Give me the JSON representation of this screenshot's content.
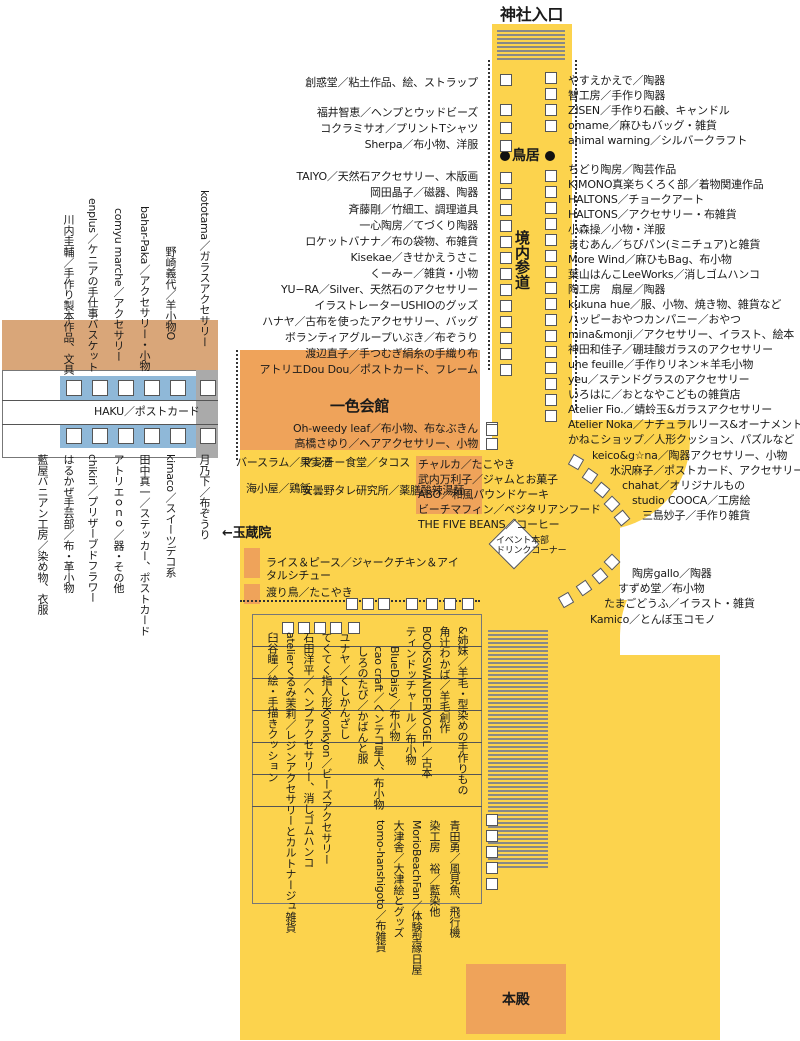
{
  "landmarks": {
    "shrine_entrance": "神社入口",
    "torii": "鳥居",
    "approach": "境内参道",
    "isshiki_hall": "一色会館",
    "gyokuzoin": "←玉蔵院",
    "honden": "本殿",
    "event_hq": "イベント本部\nドリンクコーナー",
    "haku": "HAKU／ポストカード"
  },
  "left_column": [
    "創惑堂／粘土作品、絵、ストラップ",
    "福井智恵／ヘンプとウッドビーズ",
    "コクラミサオ／プリントTシャツ",
    "Sherpa／布小物、洋服",
    "TAIYO／天然石アクセサリー、木版画",
    "岡田晶子／磁器、陶器",
    "斉藤剛／竹細工、調理道具",
    "一心陶房／てづくり陶器",
    "ロケットバナナ／布の袋物、布雑貨",
    "Kisekae／きせかえうさこ",
    "くーみー／雑貨・小物",
    "YU−RA／Silver、天然石のアクセサリー",
    "イラストレーターUSHIOのグッズ",
    "ハナヤ／古布を使ったアクセサリー、バッグ",
    "ボランティアグループいぶき／布ぞうり",
    "渡辺直子／手つむぎ絹糸の手織り布",
    "アトリエDou Dou／ポストカード、フレーム",
    "Oh-weedy leaf／布小物、布なぶきん",
    "高橋さゆり／ヘアアクセサリー、小物"
  ],
  "right_column": [
    "やすえかえで／陶器",
    "智工房／手作り陶器",
    "ZISEN／手作り石鹸、キャンドル",
    "omame／麻ひもバッグ・雑貨",
    "animal warning／シルバークラフト",
    "ちどり陶房／陶芸作品",
    "KIMONO真楽ちくろく部／着物関連作品",
    "HALTONS／チョークアート",
    "HALTONS／アクセサリー・布雑貨",
    "小森操／小物・洋服",
    "まむあん／ちびパン(ミニチュア)と雑貨",
    "More Wind／麻ひもBag、布小物",
    "葉山はんこLeeWorks／消しゴムハンコ",
    "陶工房　扇屋／陶器",
    "kukuna hue／服、小物、焼き物、雑貨など",
    "ハッピーおやつカンパニー／おやつ",
    "mina&monji／アクセサリー、イラスト、絵本",
    "神田和佳子／硼珪酸ガラスのアクセサリー",
    "une feuille／手作りリネン＊羊毛小物",
    "yeu／ステンドグラスのアクセサリー",
    "いろはに／おとなやこどもの雑貨店",
    "Atelier Fio.／蜻蛉玉&ガラスアクセサリー",
    "Atelier Noka／ナチュラルリース&オーナメント",
    "かねこショップ／人形クッション、パズルなど"
  ],
  "diagonal": [
    "keico&g☆na／陶器アクセサリー、小物",
    "水沢麻子／ポストカード、アクセサリー",
    "chahat／オリジナルもの",
    "studio COOCA／工房絵",
    "三島妙子／手作り雑貨"
  ],
  "lower_right": [
    "陶房gallo／陶器",
    "すずめ堂／布小物",
    "たまごどうふ／イラスト・雑貨",
    "Kamico／とんぼ玉コモノ"
  ],
  "food_left": [
    "バースラム／果実酒",
    "海小屋／鶏飯"
  ],
  "food_mid": [
    "マンチー食堂／タコス",
    "安曇野タレ研究所／薬膳酸辣湯麺"
  ],
  "food_right": [
    "チャルカ／たこやき",
    "武内万利子／ジャムとお菓子",
    "ABO／和風パウンドケーキ",
    "ビーチマフィン／ベジタリアンフード",
    "THE FIVE BEANS／コーヒー"
  ],
  "food_bottom": [
    "ライス＆ピース／ジャークチキン＆アイタルシチュー",
    "渡り鳥／たこやき"
  ],
  "left_vertical": [
    "kototama／ガラスアクセサリー",
    "野崎義代／羊小物O",
    "bahar-Paka／アクセサリー・小物",
    "comyu marche／アクセサリー",
    "enplus／ケニアの手仕事バスケット",
    "川内圭輔／手作り製本作品、文具"
  ],
  "left_vertical_bottom": [
    "月乃下／布ぞうり",
    "kimaco／スイーツデコ系",
    "田中真一／ステッカー、ポストカード",
    "アトリエｏｎｏ／器・その他",
    "chikiri／プリザーブドフラワー",
    "はるかぜ手芸部／布・革小物",
    "藍屋バニアン工房／染め物、衣服"
  ],
  "bottom_vertical": [
    "&姉妹／羊毛・型染めの手作りもの",
    "角辻わかば／羊毛創作",
    "BOOKSWANDERVOGEL／古本",
    "ティンドッチャール／布小物",
    "BlueDaisy／布小物",
    "cao craft／ヘンテコ星人、布小物",
    "しろのたび／かばんと服",
    "ユナヤ／くしかんざし",
    "てくてく指人形Kyonkyon／ビーズアクセサリー",
    "石田洋平／ヘンプアクセサリー、消しゴムハンコ",
    "atelierくるみ茉莉／レジンアクセサリーとカルトナージュ雑貨",
    "臼谷瞳／絵・手描きクッション"
  ],
  "bottom_vertical_2": [
    "青田勇／風見魚、飛行機",
    "染工房　裕／藍染他",
    "MorioBeachFan／体験型縁日屋",
    "大津舎／大津絵とグッズ",
    "tomo-hanshigoto／布雑貨"
  ],
  "colors": {
    "path": "#fcd34d",
    "hall": "#efa35a",
    "left_building": "#d9a679",
    "booth_blue": "#8fb8d8"
  }
}
